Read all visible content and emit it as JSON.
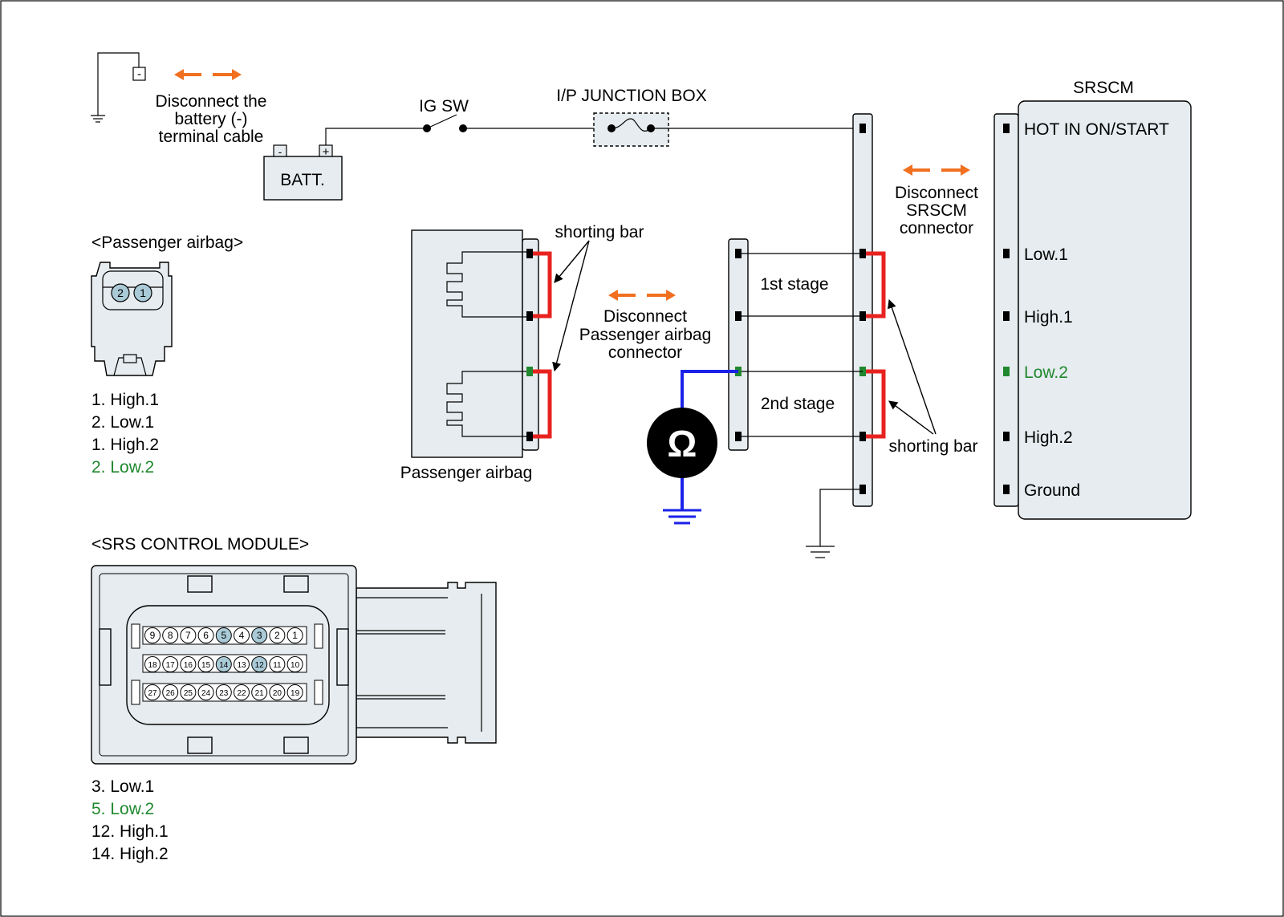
{
  "colors": {
    "arrow": "#f07020",
    "shorting_bar": "#e8231f",
    "meter_wire": "#1a22e8",
    "low2_green": "#20882e",
    "pin_blue": "#a9cad6",
    "panel_fill": "#e6ecef"
  },
  "icons": {
    "arrow": "orange-double-arrow-icon",
    "ground": "ground-symbol-icon",
    "ohmmeter": "ohmmeter-icon",
    "fuse": "fuse-icon",
    "switch": "switch-icon"
  },
  "battery_step": {
    "instruction": [
      "Disconnect the",
      "battery (-)",
      "terminal cable"
    ],
    "minus_sign": "-"
  },
  "battery": {
    "label": "BATT.",
    "minus": "-",
    "plus": "+"
  },
  "ig_switch": {
    "label": "IG SW"
  },
  "junction_box": {
    "label": "I/P JUNCTION BOX"
  },
  "srscm": {
    "title": "SRSCM",
    "disconnect": [
      "Disconnect",
      "SRSCM",
      "connector"
    ],
    "pins": [
      "HOT IN ON/START",
      "Low.1",
      "High.1",
      "Low.2",
      "High.2",
      "Ground"
    ]
  },
  "passenger_airbag": {
    "heading": "<Passenger airbag>",
    "connector_pins": [
      "2",
      "1"
    ],
    "pin_list": [
      "1. High.1",
      "2. Low.1",
      "1. High.2",
      "2. Low.2"
    ],
    "caption": "Passenger airbag",
    "shorting_bar": "shorting bar",
    "disconnect": [
      "Disconnect",
      "Passenger airbag",
      "connector"
    ]
  },
  "stages": {
    "first": "1st stage",
    "second": "2nd stage",
    "shorting_bar": "shorting bar"
  },
  "ohmmeter": {
    "symbol": "Ω"
  },
  "srs_control_module": {
    "heading": "<SRS CONTROL MODULE>",
    "row1": [
      "9",
      "8",
      "7",
      "6",
      "5",
      "4",
      "3",
      "2",
      "1"
    ],
    "row2": [
      "18",
      "17",
      "16",
      "15",
      "14",
      "13",
      "12",
      "11",
      "10"
    ],
    "row3": [
      "27",
      "26",
      "25",
      "24",
      "23",
      "22",
      "21",
      "20",
      "19"
    ],
    "highlighted": [
      "5",
      "3",
      "14",
      "12"
    ],
    "pin_list": [
      "3. Low.1",
      "5. Low.2",
      "12. High.1",
      "14. High.2"
    ]
  }
}
